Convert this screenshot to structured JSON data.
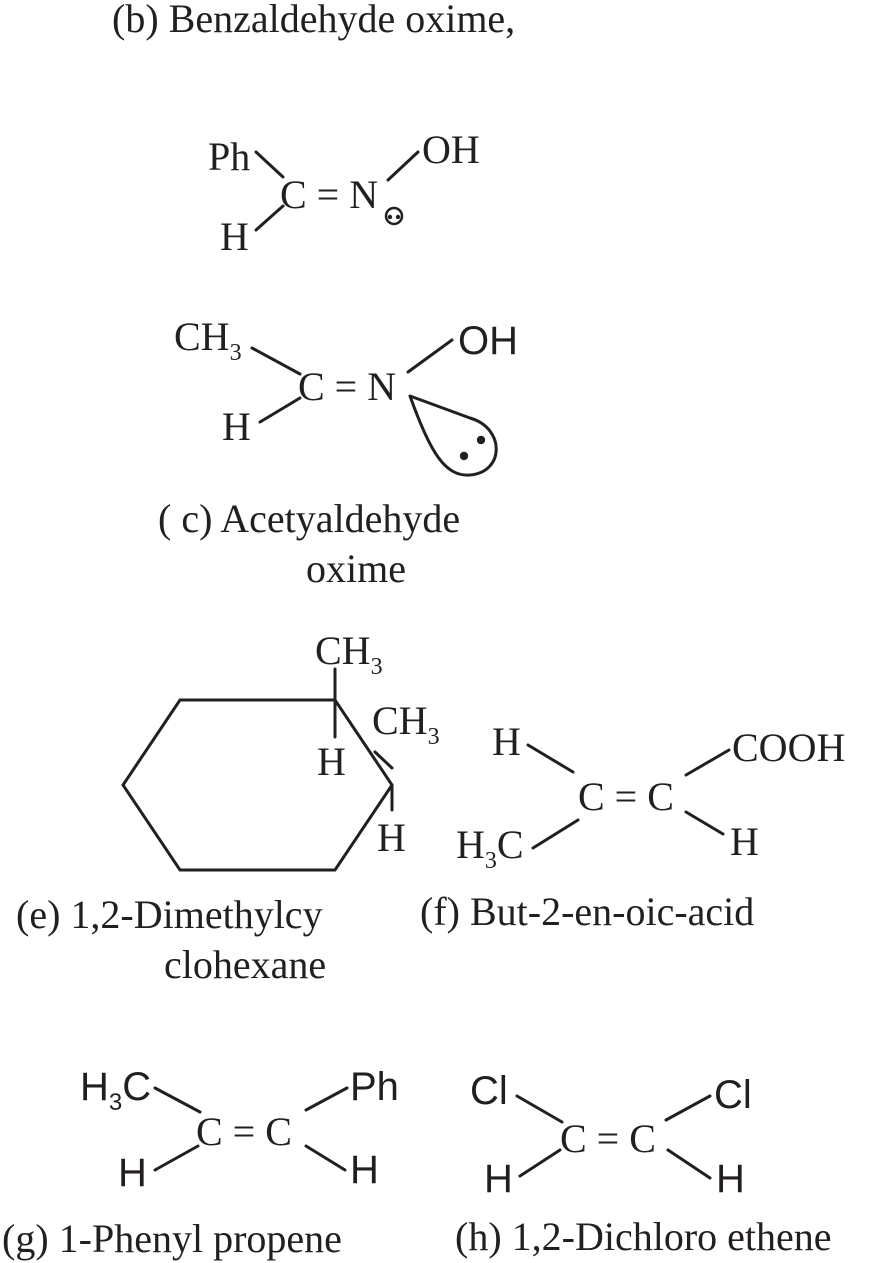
{
  "captions": {
    "b": "(b) Benzaldehyde oxime,",
    "c_line1": "( c) Acetyaldehyde",
    "c_line2": "oxime",
    "e_line1": "(e) 1,2-Dimethylcy",
    "e_line2": "clohexane",
    "f": "(f) But-2-en-oic-acid",
    "g": "(g) 1-Phenyl propene",
    "h": "(h) 1,2-Dichloro ethene"
  },
  "structures": {
    "benzaldehyde_oxime": {
      "ph": "Ph",
      "h": "H",
      "c_eq_n": "C = N",
      "oh": "OH"
    },
    "acetaldehyde_oxime": {
      "ch": "CH",
      "ch_sub": "3",
      "h": "H",
      "c_eq_n": "C = N",
      "oh": "OH"
    },
    "dimethylcyclohexane": {
      "ch_top": "CH",
      "ch_top_sub": "3",
      "h_top": "H",
      "ch_right": "CH",
      "ch_right_sub": "3",
      "h_right": "H"
    },
    "butenoic_acid": {
      "h_left": "H",
      "h3": "H",
      "h3_sub": "3",
      "c_after": "C",
      "c_eq_c": "C = C",
      "cooh": "COOH",
      "h_right": "H"
    },
    "phenyl_propene": {
      "h3": "H",
      "h3_sub": "3",
      "c_after": "C",
      "c_eq_c": "C = C",
      "ph": "Ph",
      "h_left": "H",
      "h_right": "H"
    },
    "dichloro_ethene": {
      "cl_left": "Cl",
      "cl_right": "Cl",
      "c_eq_c": "C = C",
      "h_left": "H",
      "h_right": "H"
    }
  }
}
